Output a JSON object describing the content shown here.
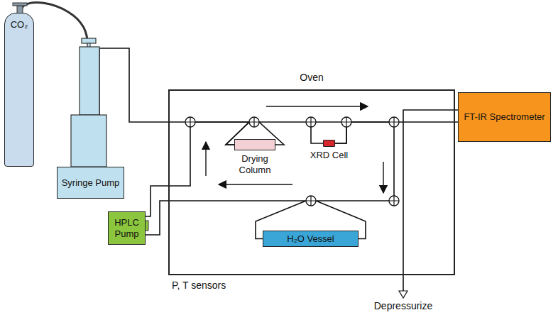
{
  "diagram": {
    "nodes": [
      {
        "text": [
          "CO₂"
        ]
      },
      {
        "text": [
          "Syringe Pump"
        ]
      },
      {
        "text": [
          "Oven"
        ]
      },
      {
        "text": [
          "Drying Column"
        ],
        "in": 2
      },
      {
        "text": [
          "XRD Cell"
        ],
        "in": 2
      },
      {
        "text": [
          "FT-IR Spectrometer"
        ]
      },
      {
        "text": [
          "HPLC Pump"
        ]
      },
      {
        "text": [
          "H₂O Vessel"
        ],
        "in": 2
      }
    ],
    "edges": [
      {
        "from": 0,
        "to": 1,
        "arrow": "none"
      },
      {
        "from": 1,
        "to": 3,
        "arrow": "none"
      },
      {
        "from": 3,
        "to": 4,
        "arrow": "none"
      },
      {
        "from": 4,
        "to": 5,
        "arrow": "none"
      },
      {
        "from": 4,
        "to": 7,
        "arrow": "none"
      },
      {
        "from": 7,
        "to": 6,
        "arrow": "none"
      },
      {
        "from": 6,
        "to": 3,
        "arrow": "none"
      }
    ],
    "labels": [
      "P, T sensors",
      "Depressurize"
    ]
  }
}
